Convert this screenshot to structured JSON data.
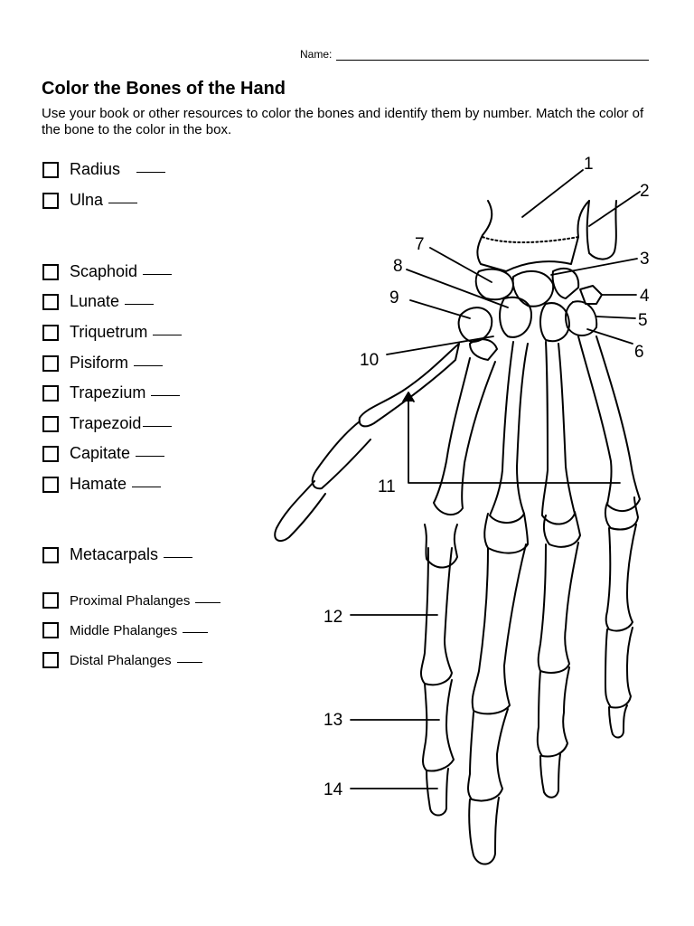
{
  "header": {
    "name_label": "Name:"
  },
  "title": "Color the Bones of the Hand",
  "instructions": "Use your book or other resources to color the bones and identify them by number.  Match the color of the bone to the color in the box.",
  "checklist": [
    {
      "label": "Radius",
      "blank": "___"
    },
    {
      "label": "Ulna",
      "blank": "___"
    },
    {
      "label": "Scaphoid",
      "blank": "___"
    },
    {
      "label": "Lunate",
      "blank": "___"
    },
    {
      "label": "Triquetrum",
      "blank": "___"
    },
    {
      "label": "Pisiform",
      "blank": "___"
    },
    {
      "label": "Trapezium",
      "blank": "___"
    },
    {
      "label": "Trapezoid",
      "blank": "___"
    },
    {
      "label": "Capitate",
      "blank": "___"
    },
    {
      "label": "Hamate",
      "blank": "___"
    },
    {
      "label": "Metacarpals",
      "blank": "___"
    },
    {
      "label": "Proximal Phalanges",
      "blank": "___"
    },
    {
      "label": "Middle Phalanges",
      "blank": "___"
    },
    {
      "label": "Distal Phalanges",
      "blank": "___"
    }
  ],
  "diagram": {
    "callouts": [
      "1",
      "2",
      "3",
      "4",
      "5",
      "6",
      "7",
      "8",
      "9",
      "10",
      "11",
      "12",
      "13",
      "14"
    ]
  }
}
